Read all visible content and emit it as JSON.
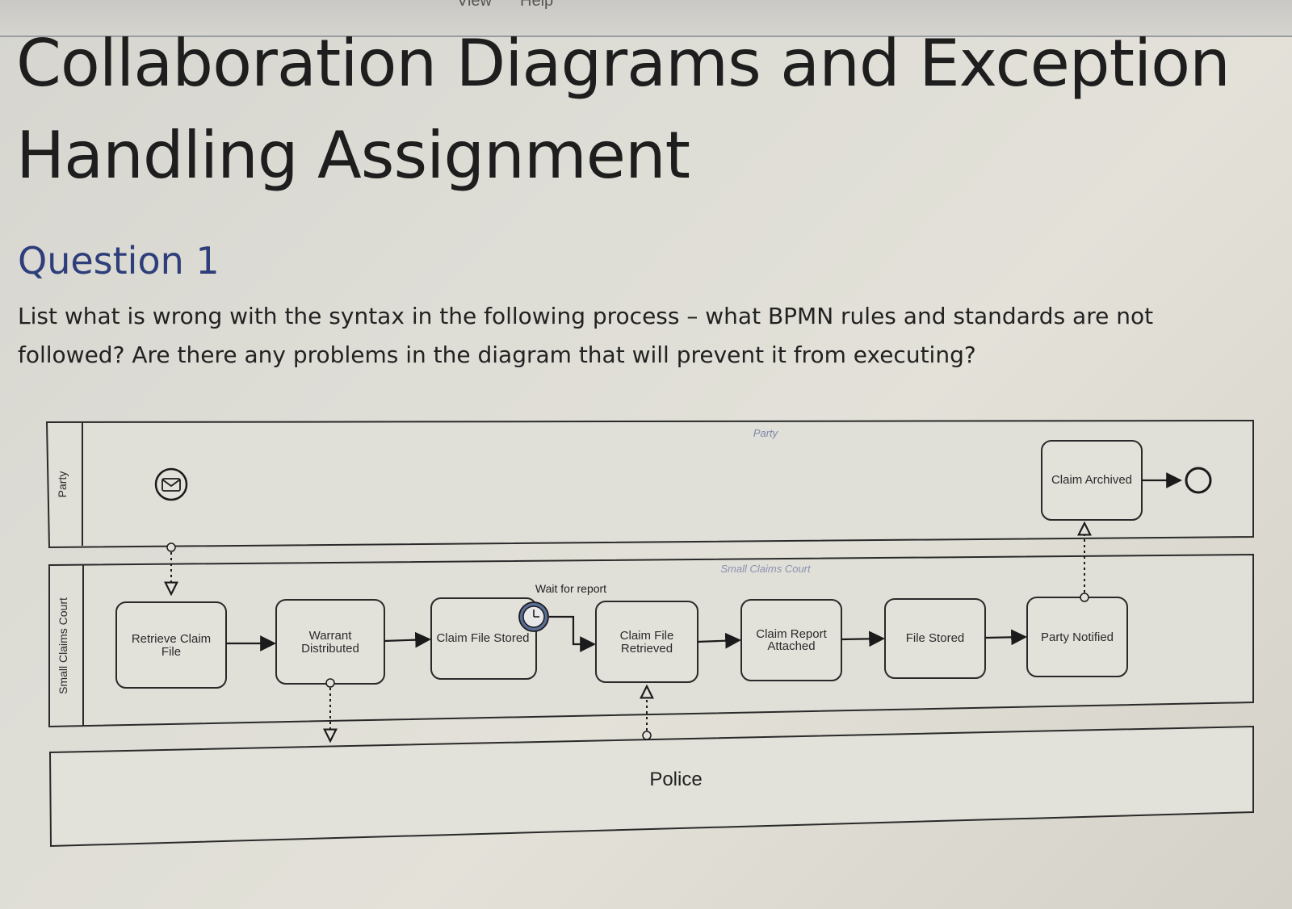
{
  "menu": {
    "items": [
      "View",
      "Help"
    ]
  },
  "document": {
    "title": "Collaboration Diagrams and Exception Handling Assignment",
    "question_heading": "Question 1",
    "question_text": "List what is wrong with the syntax in the following process – what BPMN rules and standards are not followed? Are there any problems in the diagram that will prevent it from executing?"
  },
  "diagram": {
    "pools": {
      "party": "Party",
      "small_claims_court": "Small Claims Court",
      "police": "Police"
    },
    "watermarks": {
      "party": "Party",
      "small_claims_court": "Small Claims Court"
    },
    "tasks": {
      "retrieve_claim_file": [
        "Retrieve Claim",
        "File"
      ],
      "warrant_distributed": [
        "Warrant",
        "Distributed"
      ],
      "claim_file_stored": [
        "Claim File Stored"
      ],
      "claim_file_retrieved": [
        "Claim File",
        "Retrieved"
      ],
      "claim_report_attached": [
        "Claim Report",
        "Attached"
      ],
      "file_stored": [
        "File Stored"
      ],
      "party_notified": [
        "Party Notified"
      ],
      "claim_archived": [
        "Claim Archived"
      ]
    },
    "timer_event_label": "Wait for report",
    "icons": [
      "message-start-event-icon",
      "timer-event-icon",
      "end-event-icon"
    ],
    "colors": {
      "stroke": "#2a2a2a",
      "task_fill": "#e2e1da",
      "timer_fill": "#5b6e98",
      "watermark": "#7d86a8"
    }
  }
}
